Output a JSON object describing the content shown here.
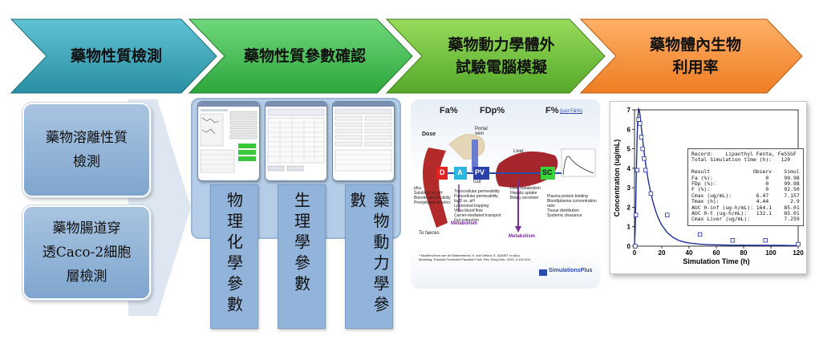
{
  "steps": [
    {
      "label": "藥物性質檢測",
      "color": "#3fa6b8"
    },
    {
      "label": "藥物性質參數確認",
      "color": "#4cc15a"
    },
    {
      "label_lines": [
        "藥物動力學體外",
        "試驗電腦模擬"
      ],
      "color": "#72c13a"
    },
    {
      "label_lines": [
        "藥物體內生物",
        "利用率"
      ],
      "color": "#f4913a"
    }
  ],
  "left_boxes": [
    {
      "lines": [
        "藥物溶離性質",
        "檢測"
      ]
    },
    {
      "lines": [
        "藥物腸道穿",
        "透Caco-2細胞",
        "層檢測"
      ]
    }
  ],
  "param_columns": [
    {
      "label": "物理化學參數"
    },
    {
      "label": "生理學參數"
    },
    {
      "label": "藥物動力學參數"
    }
  ],
  "pk_diagram": {
    "top_labels": [
      "Fa%",
      "FDp%",
      "F%"
    ],
    "f_note": "(just F&%)",
    "node_labels": [
      "D",
      "A",
      "PV",
      "SC"
    ],
    "dose": "Dose",
    "portal_vein": "Portal vein",
    "liver": "Liver",
    "gut": "Gut",
    "to_faeces": "To faeces",
    "left_list": [
      "pKa",
      "Solubility vs. pH",
      "Biorelevant solubility",
      "Precipitation kinetics"
    ],
    "mid_list": [
      "Transcellular permeability",
      "Paracellular permeability",
      "logD vs. pH",
      "Lysosomal trapping",
      "Villus blood flow",
      "Carrier-mediated transport",
      "Gut extraction"
    ],
    "liver_list": [
      "Liver metabolism",
      "Hepatic uptake",
      "Biliary secretion"
    ],
    "right_list": [
      "Plasma protein binding",
      "Blood/plasma concentration ratio",
      "Tissue distribution",
      "Systemic clearance"
    ],
    "metabolism": "Metabolism",
    "footnote": "* Modified from van de Waterbeemd, H. and Gifford, E. ADMET in silico Modeling: Towards Prediction Paradise? Nat. Rev. Drug Disc. 2003, 2:192-204",
    "brand": "SimulationsPlus"
  },
  "chart_data": {
    "type": "line",
    "xlabel": "Simulation Time (h)",
    "ylabel": "Concentration (ug/mL)",
    "xlim": [
      0,
      120
    ],
    "ylim": [
      0,
      7
    ],
    "xticks": [
      "0",
      "20",
      "40",
      "60",
      "80",
      "100",
      "120"
    ],
    "yticks": [
      "0",
      "1",
      "2",
      "3",
      "4",
      "5",
      "6",
      "7"
    ],
    "series": [
      {
        "kind": "simulated",
        "x": [
          0,
          0.5,
          1,
          1.5,
          2,
          2.5,
          3,
          3.5,
          4,
          5,
          6,
          7,
          8,
          10,
          12,
          14,
          16,
          18,
          20,
          24,
          28,
          32,
          36,
          40,
          48,
          56,
          64,
          72,
          80,
          96,
          108,
          120
        ],
        "y": [
          0,
          0.9,
          2.5,
          4.3,
          5.8,
          6.7,
          7.05,
          7.0,
          6.75,
          6.1,
          5.45,
          4.85,
          4.3,
          3.4,
          2.7,
          2.15,
          1.7,
          1.35,
          1.08,
          0.7,
          0.46,
          0.31,
          0.22,
          0.16,
          0.1,
          0.07,
          0.06,
          0.05,
          0.05,
          0.04,
          0.04,
          0.03
        ]
      },
      {
        "kind": "observed",
        "x": [
          0.5,
          1,
          2,
          3,
          4,
          5,
          6,
          7,
          8,
          12,
          24,
          48,
          72,
          96,
          120
        ],
        "y": [
          0,
          1.6,
          3.9,
          6.5,
          6.3,
          5.6,
          5.0,
          4.5,
          3.9,
          2.7,
          1.6,
          0.6,
          0.3,
          0.3,
          0.1
        ]
      }
    ],
    "table": {
      "rows": [
        "Record:    Lipanthyl Fenta, FeSSGF",
        "Total Simulation time (h):   120",
        "",
        "Result              Observ    Simul",
        "Fa (%):                 0     99.98",
        "FDp (%):                0     99.98",
        "F (%):                  0     92.50",
        "Cmax (ug/mL):        6.47     7.157",
        "Tmax (h):            4.44       2.9",
        "AUC 0-inf (ug-h/mL): 164.1    85.01",
        "AUC 0-t (ug-h/mL):   132.1    85.01",
        "Cmax Liver (ug/mL):           7.259"
      ]
    }
  }
}
